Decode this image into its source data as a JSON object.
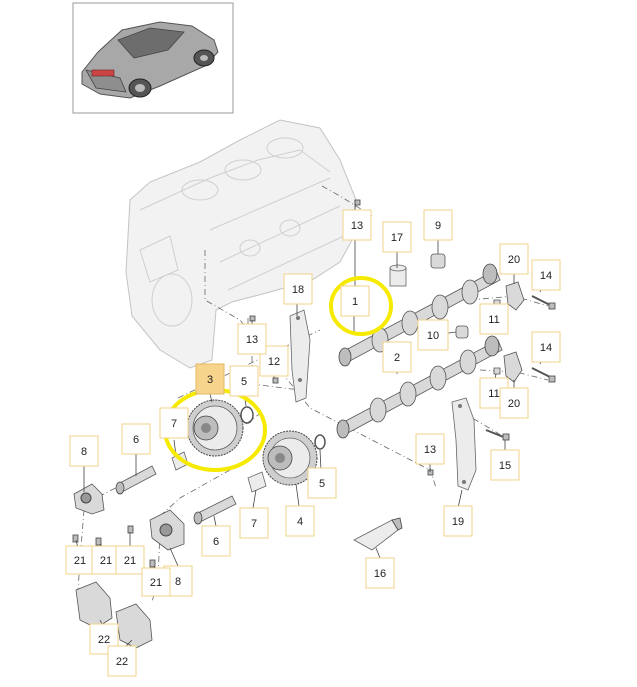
{
  "diagram": {
    "thumbnail_icon": "porsche-911-car-icon",
    "highlight_color": "#f5ea00",
    "label_border_color": "#f3d28a",
    "selected_label_fill": "#f7d48c",
    "callouts": {
      "c1": "1",
      "c2": "2",
      "c3": "3",
      "c4": "4",
      "c5a": "5",
      "c5b": "5",
      "c6a": "6",
      "c6b": "6",
      "c7a": "7",
      "c7b": "7",
      "c8a": "8",
      "c8b": "8",
      "c9": "9",
      "c10": "10",
      "c11a": "11",
      "c11b": "11",
      "c12": "12",
      "c13a": "13",
      "c13b": "13",
      "c13c": "13",
      "c14a": "14",
      "c14b": "14",
      "c15": "15",
      "c16": "16",
      "c17": "17",
      "c18": "18",
      "c19": "19",
      "c20a": "20",
      "c20b": "20",
      "c21a": "21",
      "c21b": "21",
      "c21c": "21",
      "c21d": "21",
      "c22a": "22",
      "c22b": "22"
    }
  }
}
